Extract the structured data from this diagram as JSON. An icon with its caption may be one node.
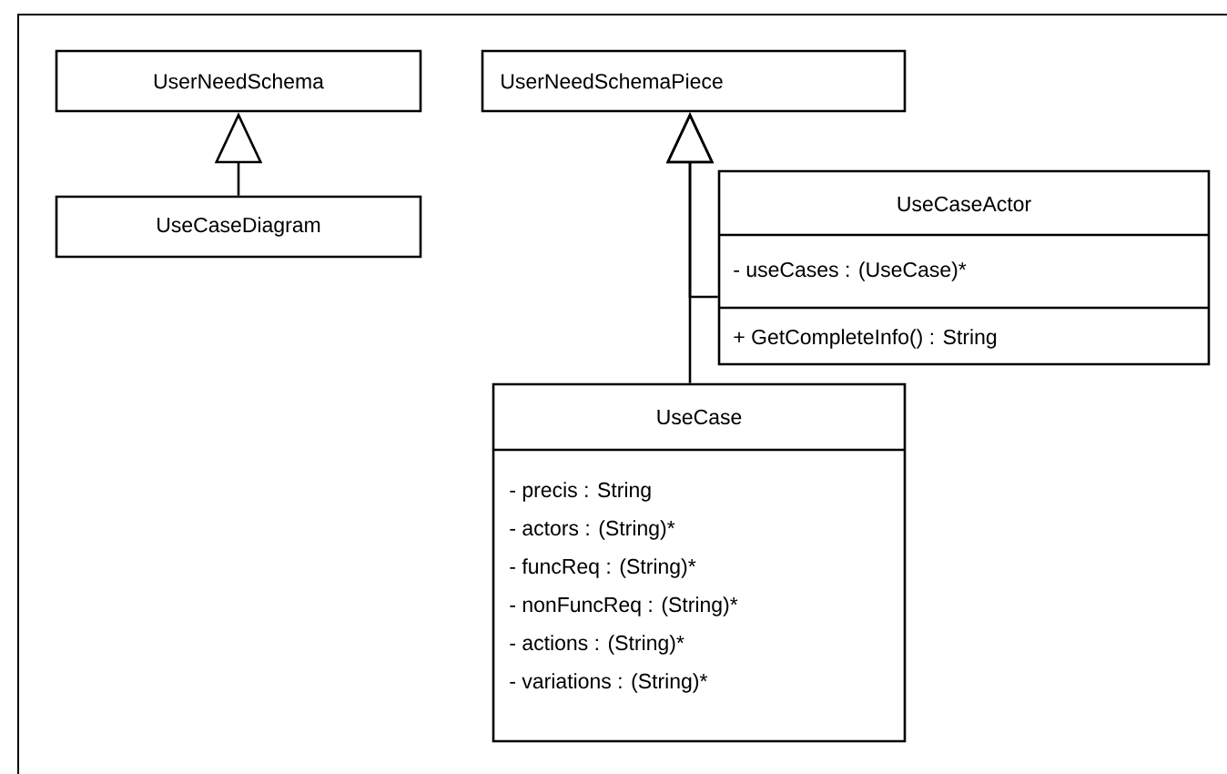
{
  "diagram": {
    "nodes": [
      {
        "text": [
          "UserNeedSchema"
        ]
      },
      {
        "text": [
          "UseCaseDiagram"
        ]
      },
      {
        "text": [
          "UserNeedSchemaPiece"
        ]
      },
      {
        "text": [
          "UseCaseActor",
          "- useCases : (UseCase)*",
          "+ GetCompleteInfo() : String"
        ]
      },
      {
        "text": [
          "UseCase",
          "- precis : String",
          "- actors : (String)*",
          "- funcReq : (String)*",
          "- nonFuncReq : (String)*",
          "- actions : (String)*",
          "- variations : (String)*"
        ]
      }
    ],
    "edges": [
      {
        "from": 1,
        "to": 0,
        "arrow": "to"
      },
      {
        "from": 3,
        "to": 2,
        "arrow": "to"
      },
      {
        "from": 4,
        "to": 2,
        "arrow": "to"
      }
    ]
  }
}
